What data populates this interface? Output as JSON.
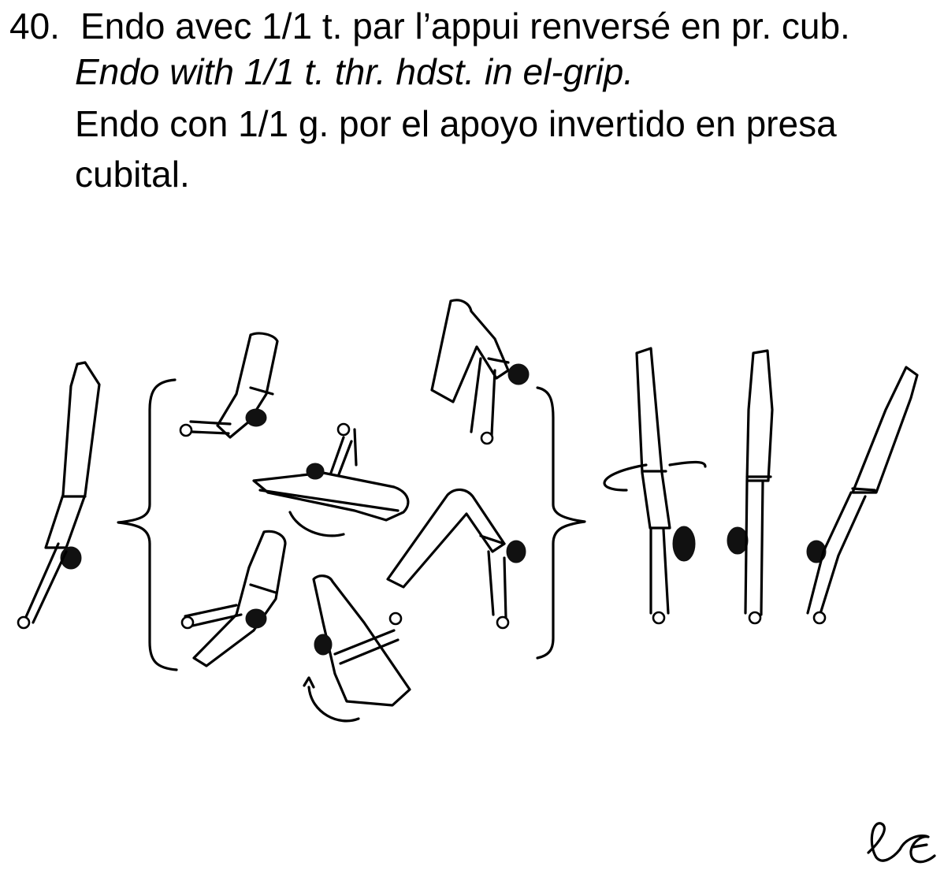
{
  "element": {
    "number": "40.",
    "title_fr": "Endo avec 1/1 t. par l’appui renversé en pr. cub.",
    "title_en": "Endo with 1/1 t. thr. hdst. in el-grip.",
    "title_es_line1": "Endo con 1/1 g. por el apoyo invertido en presa",
    "title_es_line2": "cubital."
  },
  "signature": {
    "text": "ee"
  }
}
